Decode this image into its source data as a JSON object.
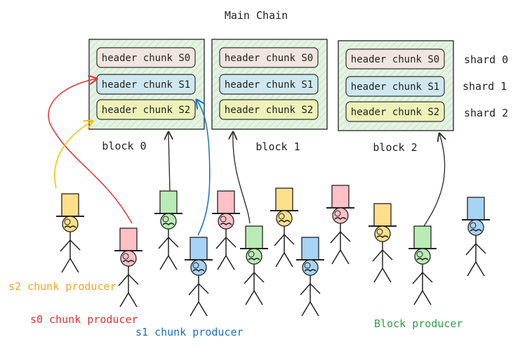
{
  "title": "Main Chain",
  "blocks": [
    {
      "label": "block 0",
      "chunks": [
        {
          "text": "header chunk S0",
          "color": "#f1e6df"
        },
        {
          "text": "header chunk S1",
          "color": "#cfe8ef"
        },
        {
          "text": "header chunk S2",
          "color": "#eef2b8"
        }
      ]
    },
    {
      "label": "block 1",
      "chunks": [
        {
          "text": "header chunk S0",
          "color": "#f1e6df"
        },
        {
          "text": "header chunk S1",
          "color": "#cfe8ef"
        },
        {
          "text": "header chunk S2",
          "color": "#eef2b8"
        }
      ]
    },
    {
      "label": "block 2",
      "chunks": [
        {
          "text": "header chunk S0",
          "color": "#f1e6df"
        },
        {
          "text": "header chunk S1",
          "color": "#cfe8ef"
        },
        {
          "text": "header chunk S2",
          "color": "#eef2b8"
        }
      ]
    }
  ],
  "shards": [
    "shard 0",
    "shard 1",
    "shard 2"
  ],
  "roles": {
    "s2": {
      "label": "s2 chunk producer",
      "color": "#f5a623"
    },
    "s0": {
      "label": "s0 chunk producer",
      "color": "#e03131"
    },
    "s1": {
      "label": "s1 chunk producer",
      "color": "#1971c2"
    },
    "block": {
      "label": "Block producer",
      "color": "#2f9e44"
    }
  },
  "hat_colors": {
    "yellow": "#ffe08a",
    "pink": "#ffc0c6",
    "green": "#b9ecb4",
    "blue": "#a7d3f5"
  },
  "block_fill": "#e4f3e2"
}
